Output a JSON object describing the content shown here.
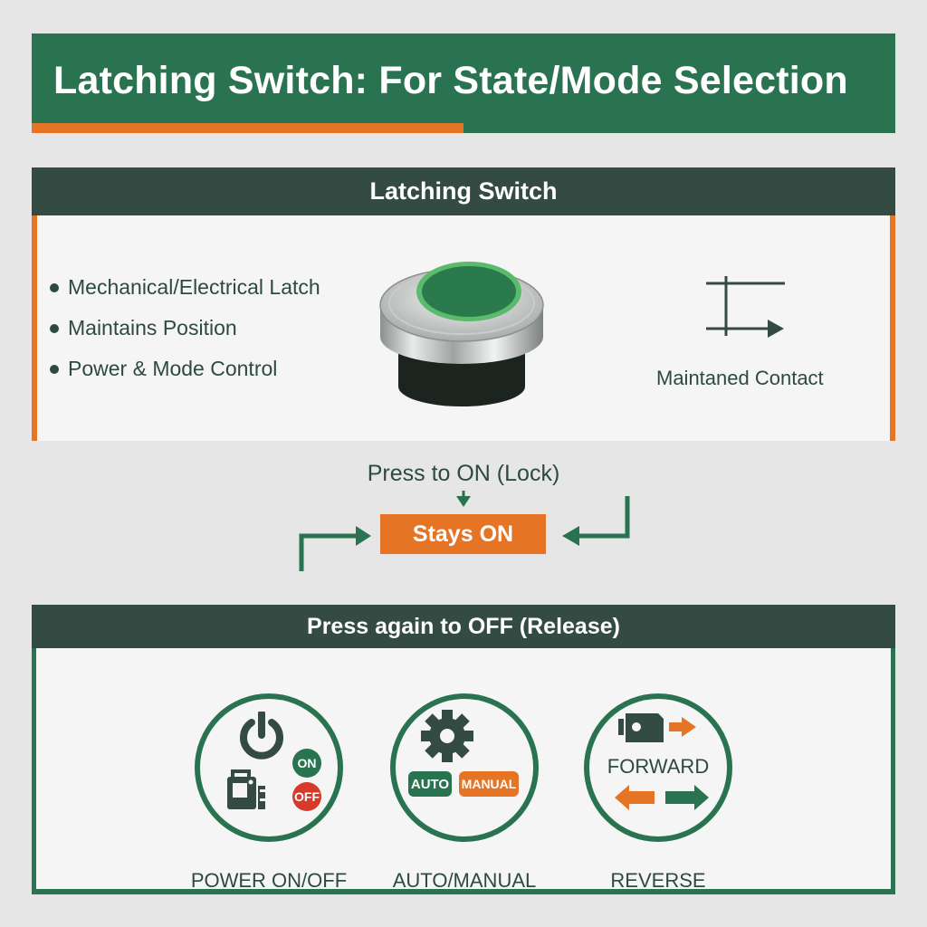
{
  "banner": {
    "title": "Latching Switch: For State/Mode Selection",
    "colors": {
      "background": "#2a7350",
      "accent": "#e57425"
    }
  },
  "switch_card": {
    "header": "Latching Switch",
    "bullets": [
      "Mechanical/Electrical Latch",
      "Maintains Position",
      "Power & Mode Control"
    ],
    "image": "push-button-green-ring",
    "symbol": "maintained-contact-symbol",
    "symbol_label": "Maintaned Contact"
  },
  "flow": {
    "press_on": "Press to ON (Lock)",
    "state": "Stays ON",
    "state_color": "#e57425",
    "arrow_color": "#2a7350"
  },
  "release_card": {
    "header": "Press again to OFF (Release)",
    "features": [
      {
        "label": "POWER ON/OFF",
        "icons": [
          "power-icon",
          "machine-icon"
        ],
        "badges": [
          {
            "text": "ON",
            "color": "#2a7350"
          },
          {
            "text": "OFF",
            "color": "#d63a2a"
          }
        ]
      },
      {
        "label": "AUTO/MANUAL",
        "icons": [
          "gear-icon"
        ],
        "badges": [
          {
            "text": "AUTO",
            "color": "#2a7350"
          },
          {
            "text": "MANUAL",
            "color": "#e57425"
          }
        ]
      },
      {
        "label": "REVERSE",
        "icons": [
          "motor-icon",
          "arrow-right-icon",
          "arrow-left-icon"
        ],
        "inner_text": "FORWARD"
      }
    ]
  }
}
